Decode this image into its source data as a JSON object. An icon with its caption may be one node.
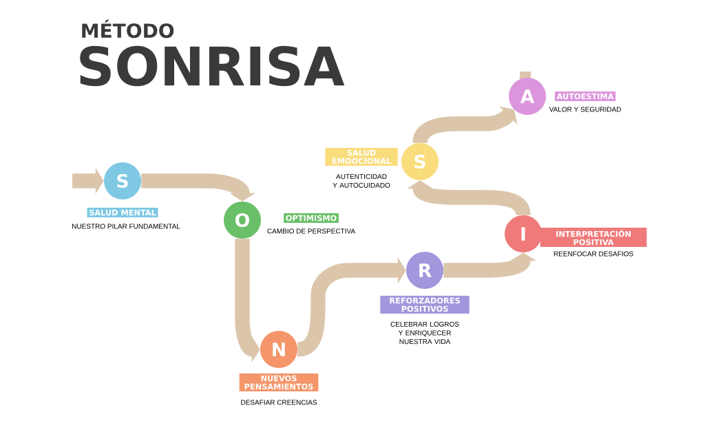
{
  "diagram": {
    "title": "SONRISA",
    "nodes": [
      {
        "text": [
          "S"
        ],
        "beside": [
          "SALUD MENTAL",
          "NUESTRO PILAR FUNDAMENTAL"
        ]
      },
      {
        "text": [
          "O"
        ],
        "beside": [
          "OPTIMISMO",
          "CAMBIO DE PERSPECTIVA"
        ]
      },
      {
        "text": [
          "N"
        ],
        "beside": [
          "NUEVOS PENSAMIENTOS",
          "DESAFIAR CREENCIAS"
        ]
      },
      {
        "text": [
          "R"
        ],
        "beside": [
          "REFORZADORES POSITIVOS",
          "CELEBRAR LOGROS Y ENRIQUECER NUESTRA VIDA"
        ]
      },
      {
        "text": [
          "I"
        ],
        "beside": [
          "INTERPRETACIÓN POSITIVA",
          "REENFOCAR DESAFIOS"
        ]
      },
      {
        "text": [
          "S"
        ],
        "beside": [
          "SALUD EMOOCIONAL",
          "AUTENTICIDAD Y AUTOCUIDADO"
        ]
      },
      {
        "text": [
          "A"
        ],
        "beside": [
          "AUTOESTIMA",
          "VALOR Y SEGURIDAD"
        ]
      }
    ],
    "edges": [
      {
        "from": null,
        "to": 0,
        "arrow": "to"
      },
      {
        "from": 0,
        "to": 1,
        "arrow": "to"
      },
      {
        "from": 1,
        "to": 2,
        "arrow": "to"
      },
      {
        "from": 2,
        "to": 3,
        "arrow": "to"
      },
      {
        "from": 3,
        "to": 4,
        "arrow": "to"
      },
      {
        "from": 4,
        "to": 5,
        "arrow": "to"
      },
      {
        "from": 5,
        "to": 6,
        "arrow": "to"
      }
    ],
    "labels": [
      "MÉTODO"
    ]
  }
}
